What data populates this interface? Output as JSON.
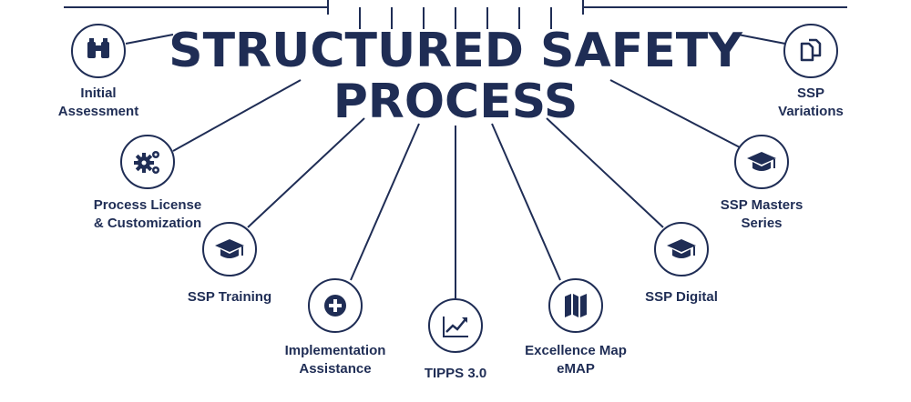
{
  "title": {
    "line1": "STRUCTURED SAFETY",
    "line2": "PROCESS"
  },
  "colors": {
    "navy": "#1f2d55",
    "background": "#ffffff"
  },
  "nodes": [
    {
      "id": "initial-assessment",
      "icon": "binoculars-icon",
      "label_lines": [
        "Initial",
        "Assessment"
      ]
    },
    {
      "id": "process-license",
      "icon": "gears-icon",
      "label_lines": [
        "Process License",
        "& Customization"
      ]
    },
    {
      "id": "ssp-training",
      "icon": "graduation-cap-icon",
      "label_lines": [
        "SSP Training"
      ]
    },
    {
      "id": "implementation-assistance",
      "icon": "plus-circle-icon",
      "label_lines": [
        "Implementation",
        "Assistance"
      ]
    },
    {
      "id": "tipps",
      "icon": "trend-chart-icon",
      "label_lines": [
        "TIPPS 3.0"
      ]
    },
    {
      "id": "excellence-map",
      "icon": "map-icon",
      "label_lines": [
        "Excellence Map",
        "eMAP"
      ]
    },
    {
      "id": "ssp-digital",
      "icon": "graduation-cap-icon",
      "label_lines": [
        "SSP Digital"
      ]
    },
    {
      "id": "ssp-masters",
      "icon": "graduation-cap-icon",
      "label_lines": [
        "SSP Masters",
        "Series"
      ]
    },
    {
      "id": "ssp-variations",
      "icon": "documents-icon",
      "label_lines": [
        "SSP",
        "Variations"
      ]
    }
  ]
}
